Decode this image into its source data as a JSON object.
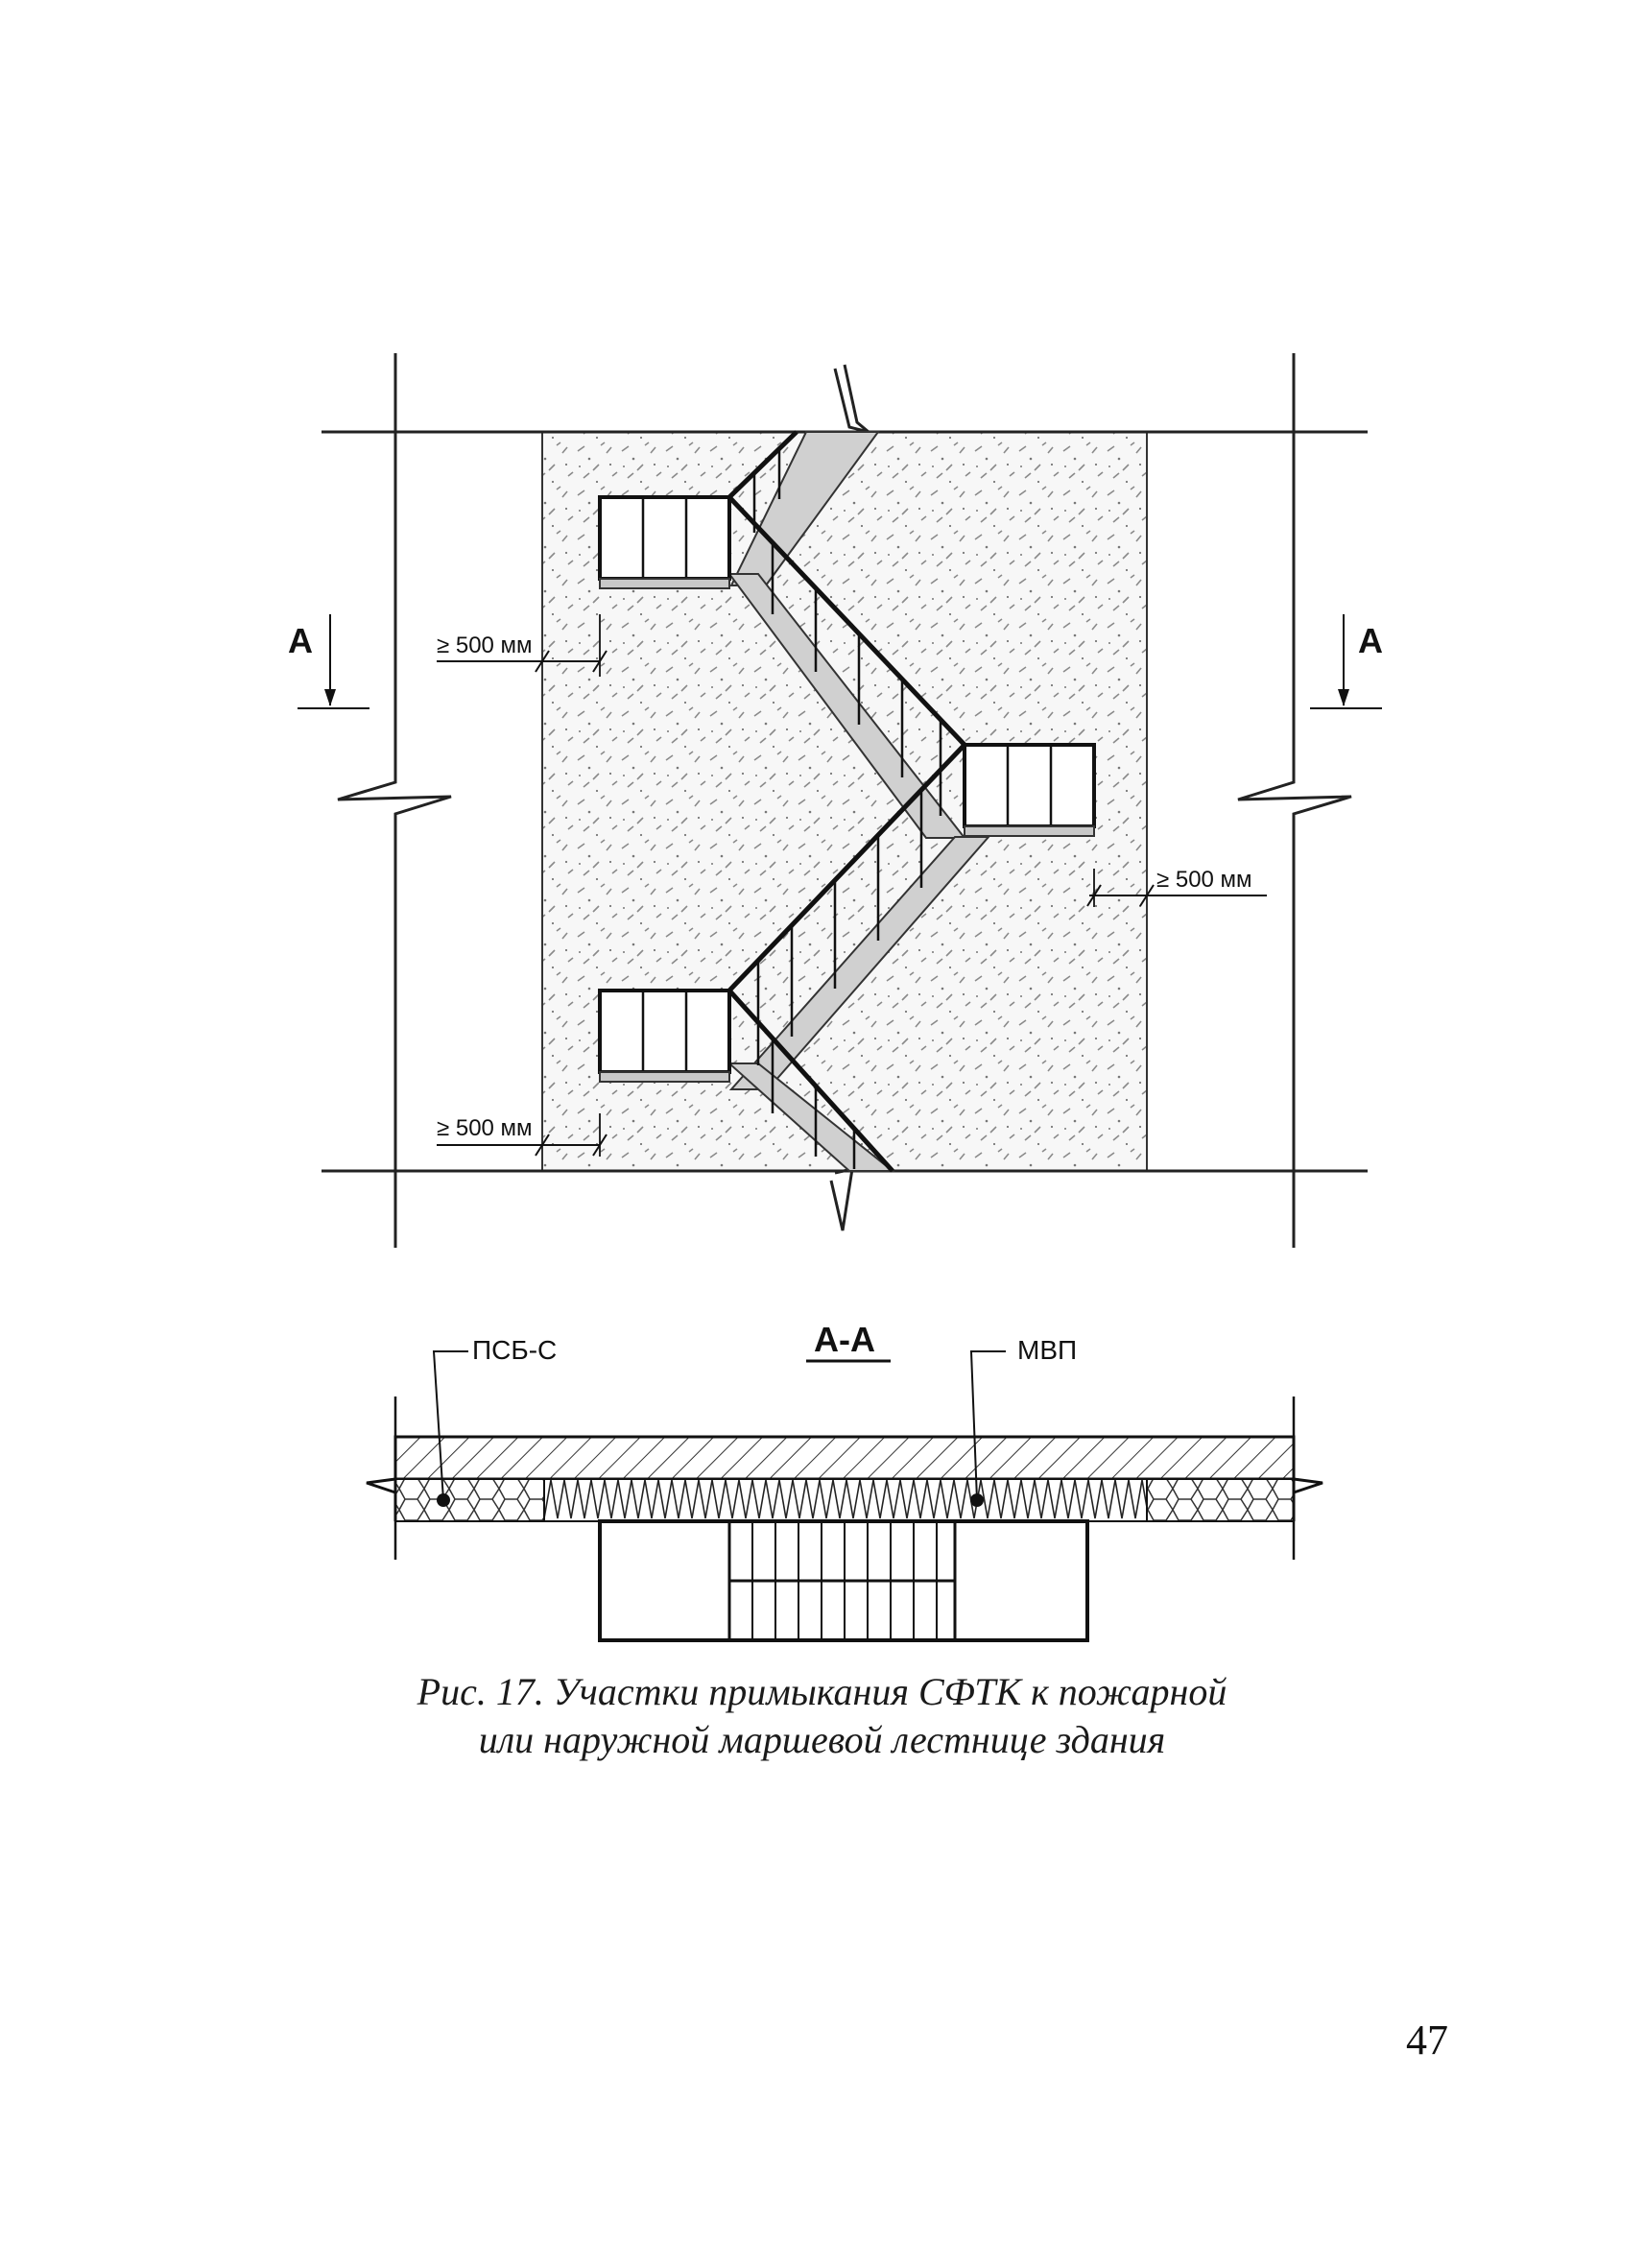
{
  "plan": {
    "section_mark_left": "А",
    "section_mark_right": "А",
    "dim_top_left": "≥ 500 мм",
    "dim_right": "≥ 500 мм",
    "dim_bottom_left": "≥ 500 мм"
  },
  "section": {
    "title": "А-А",
    "label_left": "ПСБ-С",
    "label_right": "МВП"
  },
  "caption": {
    "line1": "Рис. 17. Участки примыкания СФТК к пожарной",
    "line2": "или наружной маршевой лестнице здания"
  },
  "page_number": "47"
}
